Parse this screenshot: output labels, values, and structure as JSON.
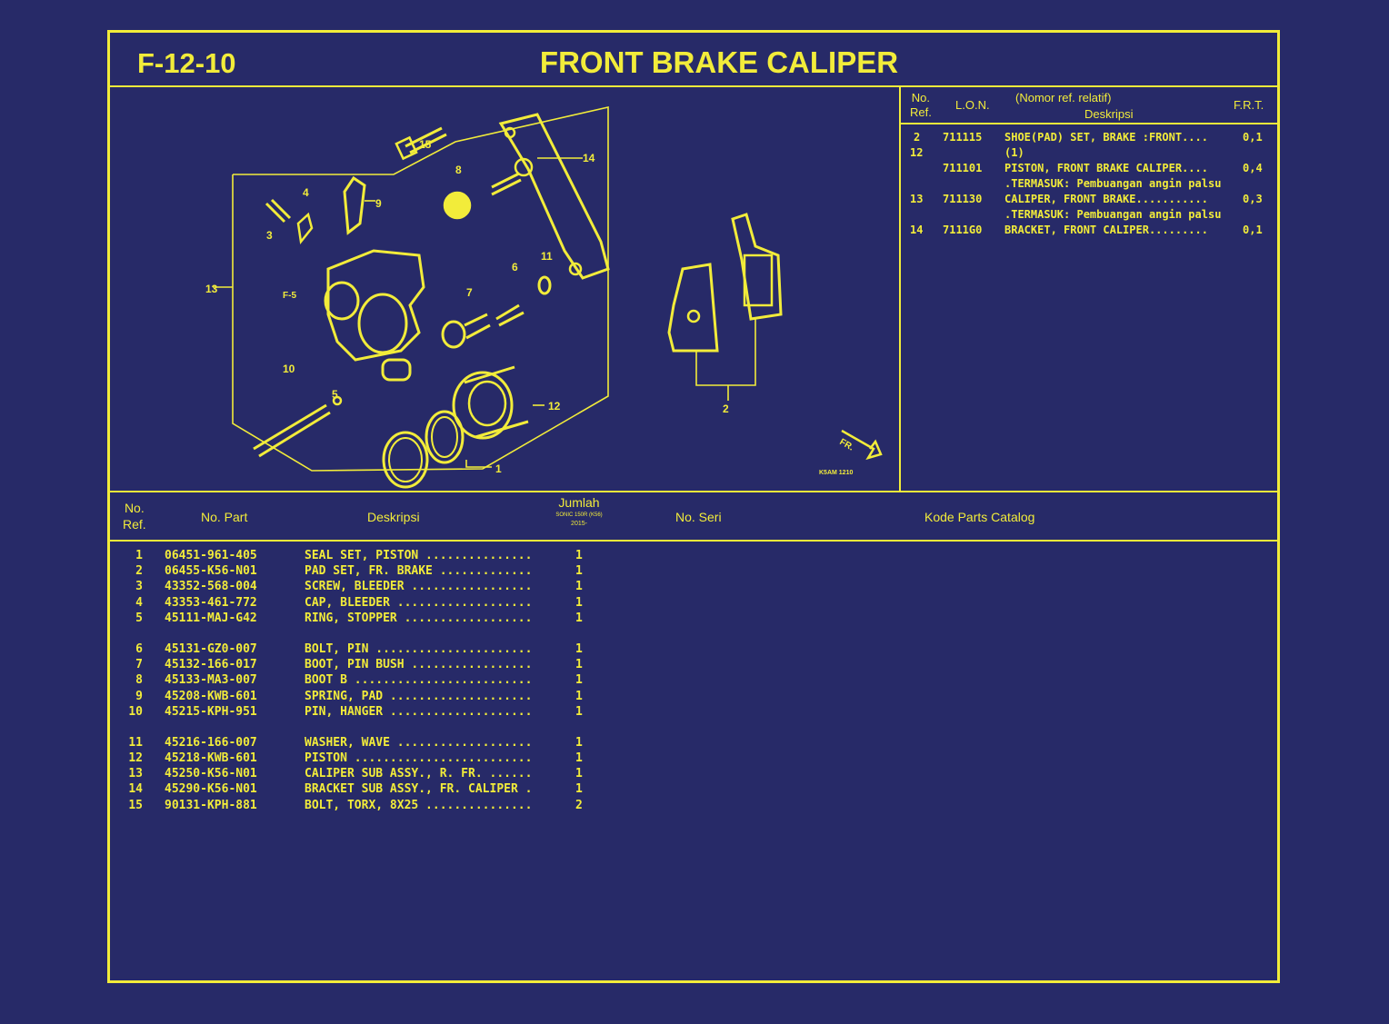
{
  "header": {
    "code": "F-12-10",
    "title": "FRONT BRAKE CALIPER"
  },
  "diagram": {
    "callouts": [
      "15",
      "14",
      "8",
      "4",
      "9",
      "3",
      "13",
      "F-5",
      "7",
      "6",
      "11",
      "10",
      "5",
      "12",
      "1",
      "2",
      "FR."
    ],
    "image_code": "K5AM 1210"
  },
  "ref_table": {
    "headers": {
      "no_ref": "No.\nRef.",
      "lon": "L.O.N.",
      "nomor": "(Nomor ref. relatif)",
      "deskripsi": "Deskripsi",
      "frt": "F.R.T."
    },
    "rows": [
      {
        "ref": "2",
        "lon": "711115",
        "desc": "SHOE(PAD) SET, BRAKE :FRONT....",
        "frt": "0,1"
      },
      {
        "ref": "12",
        "lon": "",
        "desc": "(1)",
        "frt": ""
      },
      {
        "ref": "",
        "lon": "711101",
        "desc": "PISTON, FRONT BRAKE CALIPER....",
        "frt": "0,4"
      },
      {
        "ref": "",
        "lon": "",
        "desc": ".TERMASUK: Pembuangan angin palsu",
        "frt": ""
      },
      {
        "ref": "13",
        "lon": "711130",
        "desc": "CALIPER, FRONT BRAKE...........",
        "frt": "0,3"
      },
      {
        "ref": "",
        "lon": "",
        "desc": ".TERMASUK: Pembuangan angin palsu",
        "frt": ""
      },
      {
        "ref": "14",
        "lon": "7111G0",
        "desc": "BRACKET, FRONT CALIPER.........",
        "frt": "0,1"
      }
    ]
  },
  "parts_header": {
    "no_ref": "No.\nRef.",
    "no_part": "No. Part",
    "deskripsi": "Deskripsi",
    "jumlah": "Jumlah",
    "jumlah_model": "SONIC 150R (K56)",
    "jumlah_year": "2015-",
    "no_seri": "No. Seri",
    "kode": "Kode Parts Catalog"
  },
  "parts": [
    {
      "ref": "1",
      "part": "06451-961-405",
      "desc": "SEAL SET, PISTON ...............",
      "qty": "1"
    },
    {
      "ref": "2",
      "part": "06455-K56-N01",
      "desc": "PAD SET, FR. BRAKE .............",
      "qty": "1"
    },
    {
      "ref": "3",
      "part": "43352-568-004",
      "desc": "SCREW, BLEEDER .................",
      "qty": "1"
    },
    {
      "ref": "4",
      "part": "43353-461-772",
      "desc": "CAP, BLEEDER ...................",
      "qty": "1"
    },
    {
      "ref": "5",
      "part": "45111-MAJ-G42",
      "desc": "RING, STOPPER ..................",
      "qty": "1"
    },
    {
      "ref": "6",
      "part": "45131-GZ0-007",
      "desc": "BOLT, PIN ......................",
      "qty": "1"
    },
    {
      "ref": "7",
      "part": "45132-166-017",
      "desc": "BOOT, PIN BUSH .................",
      "qty": "1"
    },
    {
      "ref": "8",
      "part": "45133-MA3-007",
      "desc": "BOOT B .........................",
      "qty": "1"
    },
    {
      "ref": "9",
      "part": "45208-KWB-601",
      "desc": "SPRING, PAD ....................",
      "qty": "1"
    },
    {
      "ref": "10",
      "part": "45215-KPH-951",
      "desc": "PIN, HANGER ....................",
      "qty": "1"
    },
    {
      "ref": "11",
      "part": "45216-166-007",
      "desc": "WASHER, WAVE ...................",
      "qty": "1"
    },
    {
      "ref": "12",
      "part": "45218-KWB-601",
      "desc": "PISTON .........................",
      "qty": "1"
    },
    {
      "ref": "13",
      "part": "45250-K56-N01",
      "desc": "CALIPER SUB ASSY., R. FR. ......",
      "qty": "1"
    },
    {
      "ref": "14",
      "part": "45290-K56-N01",
      "desc": "BRACKET SUB ASSY., FR. CALIPER .",
      "qty": "1"
    },
    {
      "ref": "15",
      "part": "90131-KPH-881",
      "desc": "BOLT, TORX, 8X25 ...............",
      "qty": "2"
    }
  ],
  "colors": {
    "background": "#272a68",
    "ink": "#f2ec3a"
  }
}
